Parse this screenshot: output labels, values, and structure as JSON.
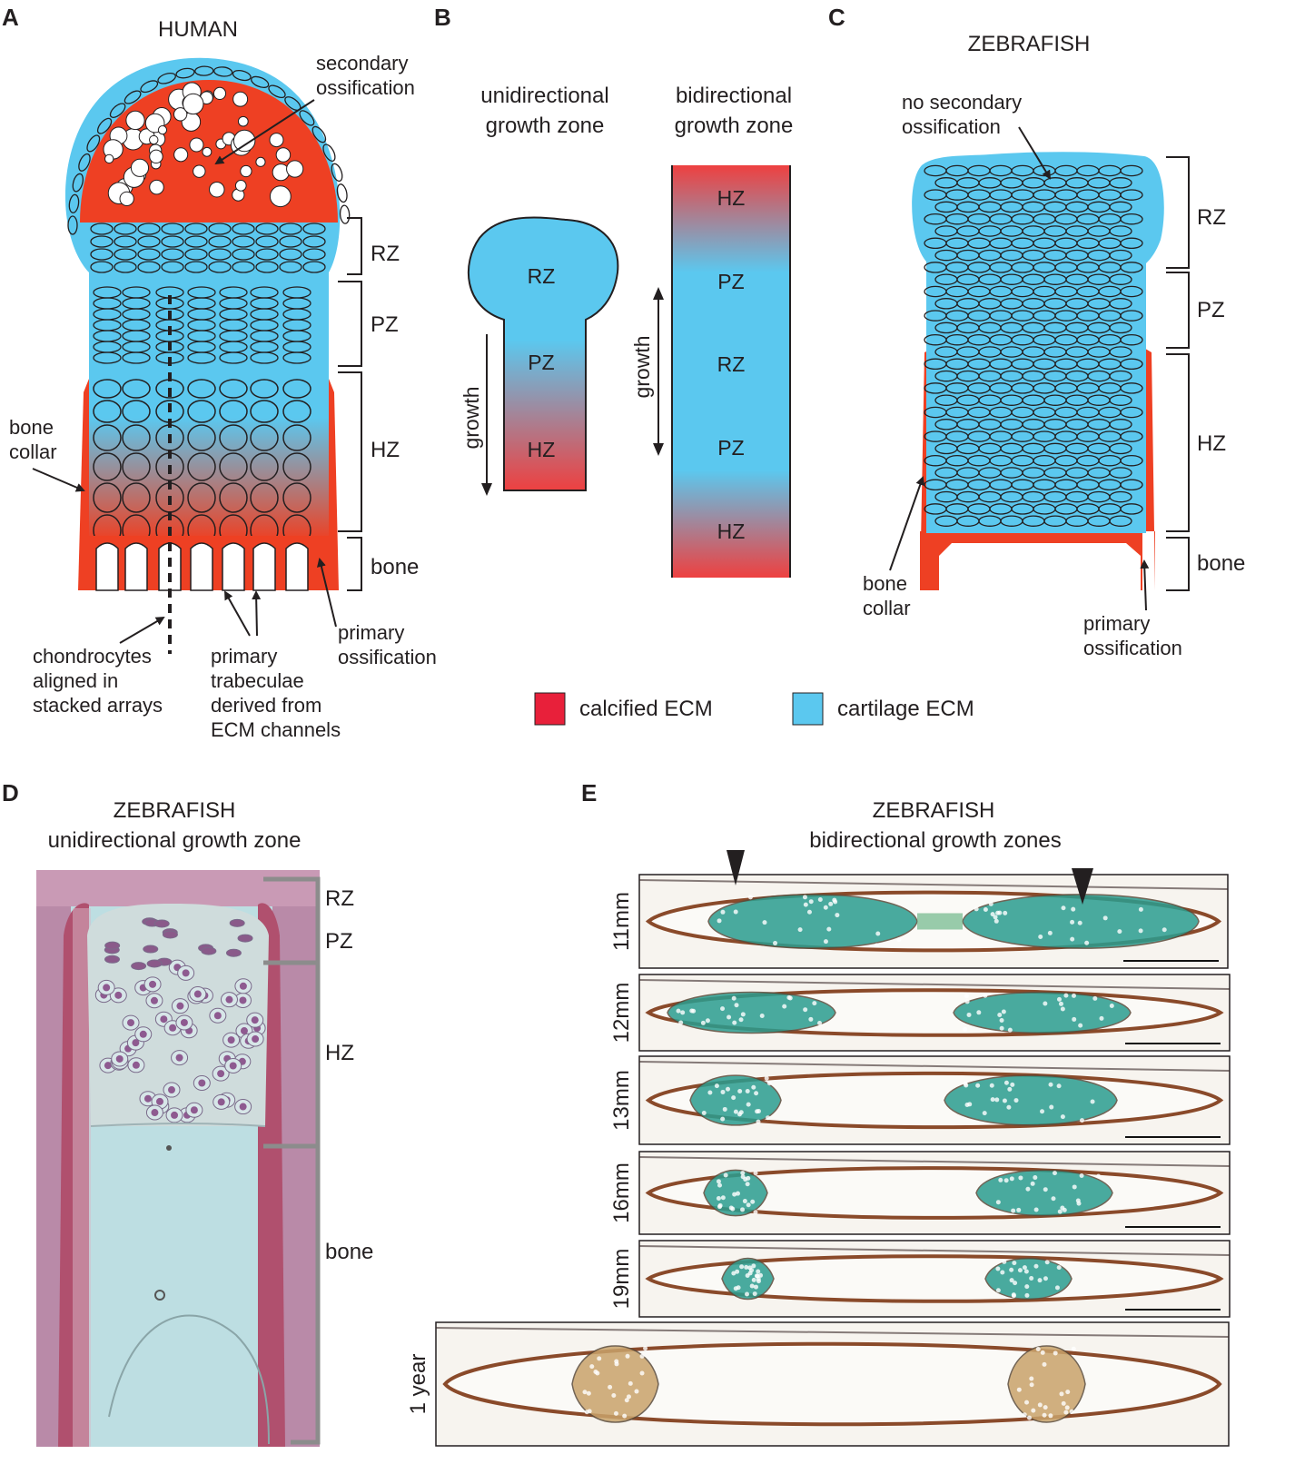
{
  "panels": {
    "A": {
      "letter": "A",
      "title": "HUMAN",
      "secondary_ossification": [
        "secondary",
        "ossification"
      ],
      "bone_collar": [
        "bone",
        "collar"
      ],
      "zones": [
        "RZ",
        "PZ",
        "HZ",
        "bone"
      ],
      "chondrocytes": [
        "chondrocytes",
        "aligned in",
        "stacked arrays"
      ],
      "trabeculae": [
        "primary",
        "trabeculae",
        "derived from",
        "ECM channels"
      ],
      "primary_ossification": [
        "primary",
        "ossification"
      ]
    },
    "B": {
      "letter": "B",
      "uni_title": [
        "unidirectional",
        "growth zone"
      ],
      "bi_title": [
        "bidirectional",
        "growth zone"
      ],
      "uni_zones": [
        "RZ",
        "PZ",
        "HZ"
      ],
      "bi_zones": [
        "HZ",
        "PZ",
        "RZ",
        "PZ",
        "HZ"
      ],
      "growth": "growth"
    },
    "C": {
      "letter": "C",
      "title": "ZEBRAFISH",
      "no_secondary": [
        "no secondary",
        "ossification"
      ],
      "zones": [
        "RZ",
        "PZ",
        "HZ",
        "bone"
      ],
      "bone_collar": [
        "bone",
        "collar"
      ],
      "primary_ossification": [
        "primary",
        "ossification"
      ]
    },
    "D": {
      "letter": "D",
      "title": [
        "ZEBRAFISH",
        "unidirectional growth zone"
      ],
      "zones": [
        "RZ",
        "PZ",
        "HZ",
        "bone"
      ]
    },
    "E": {
      "letter": "E",
      "title": [
        "ZEBRAFISH",
        "bidirectional growth zones"
      ],
      "stages": [
        "11mm",
        "12mm",
        "13mm",
        "16mm",
        "19mm",
        "1 year"
      ]
    }
  },
  "legend": {
    "calcified": "calcified ECM",
    "cartilage": "cartilage ECM"
  },
  "colors": {
    "calcified": "#ee4023",
    "cartilage": "#5bc8ef",
    "legend_red": "#e8203a",
    "bracket": "#231f20",
    "histo_bg": "#b9dce0",
    "histo_pink": "#b0506e",
    "stain_green": "#2a9d8f",
    "stain_tan": "#c9a36b"
  }
}
